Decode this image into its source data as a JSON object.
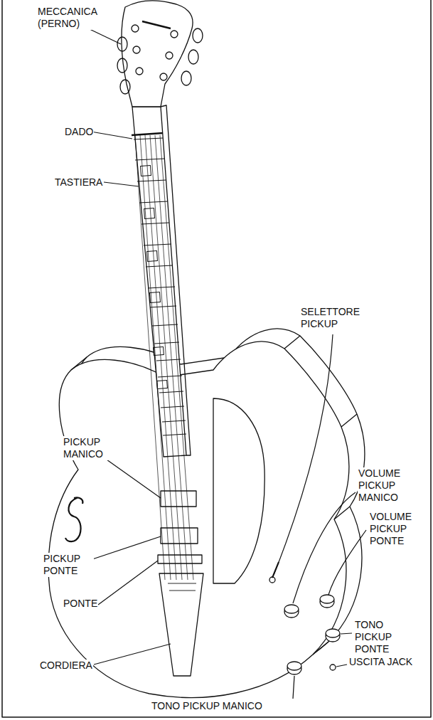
{
  "diagram": {
    "labels": [
      "MECCANICA (PERNO)",
      "DADO",
      "TASTIERA",
      "SELETTORE PICKUP",
      "PICKUP MANICO",
      "VOLUME PICKUP MANICO",
      "VOLUME PICKUP PONTE",
      "PICKUP PONTE",
      "PONTE",
      "TONO PICKUP PONTE",
      "USCITA JACK",
      "CORDIERA",
      "TONO PICKUP MANICO"
    ]
  }
}
